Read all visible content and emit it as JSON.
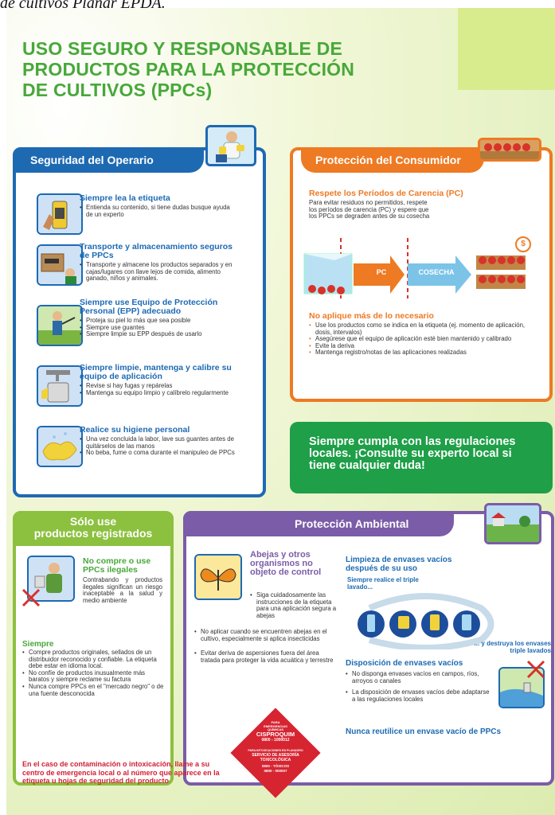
{
  "caption": "de cultivos Planar EPDA.",
  "title_lines": [
    "USO SEGURO Y RESPONSABLE DE",
    "PRODUCTOS  PARA LA PROTECCIÓN",
    "DE CULTIVOS (PPCs)"
  ],
  "operator": {
    "header": "Seguridad del Operario",
    "items": [
      {
        "title": "Siempre lea la etiqueta",
        "bullets": [
          "Entienda su contenido, si tiene dudas busque ayuda de un experto"
        ]
      },
      {
        "title": "Transporte y almacenamiento seguros de PPCs",
        "bullets": [
          "Transporte y almacene los productos separados y en cajas/lugares con llave lejos de comida, alimento ganado, niños y animales."
        ]
      },
      {
        "title": "Siempre use Equipo de Protección Personal (EPP) adecuado",
        "bullets": [
          "Proteja su piel lo más que sea posible",
          "Siempre use guantes",
          "Siempre limpie su EPP después de usarlo"
        ]
      },
      {
        "title": "Siempre limpie, mantenga y calibre su equipo de aplicación",
        "bullets": [
          "Revise si hay fugas y repárelas",
          "Mantenga su equipo limpio y calíbrelo regularmente"
        ]
      },
      {
        "title": "Realice su higiene personal",
        "bullets": [
          "Una vez concluida la labor, lave sus guantes antes de quitárselos de las manos",
          "No beba, fume o coma durante el manipuleo de PPCs"
        ]
      }
    ]
  },
  "consumer": {
    "header": "Protección del Consumidor",
    "pc_title": "Respete los Períodos de Carencia (PC)",
    "pc_text": "Para evitar residuos no permitidos, respete los períodos de carencia (PC) y espere que los PPCs se degraden antes de su cosecha",
    "arrow_pc": "PC",
    "arrow_cosecha": "COSECHA",
    "dollar": "$",
    "excess_title": "No aplique más de  lo necesario",
    "excess_bullets": [
      "Use los productos como se indica en la etiqueta (ej. momento de aplicación, dosis, intervalos)",
      "Asegúrese que el equipo de aplicación esté bien mantenido y calibrado",
      "Evite la deriva",
      "Mantenga registro/notas de las aplicaciones realizadas"
    ]
  },
  "green_box": "Siempre cumpla con las regulaciones locales. ¡Consulte su experto local si tiene cualquier duda!",
  "registered": {
    "header_line1": "Sólo use",
    "header_line2": "productos registrados",
    "illegal_title": "No compre o use PPCs ilegales",
    "illegal_text": "Contrabando y productos ilegales significan un riesgo inaceptable a la salud y medio ambiente",
    "siempre_title": "Siempre",
    "siempre_bullets": [
      "Compre productos originales, sellados de un distribuidor reconocido y confiable. La etiqueta debe estar en idioma local.",
      "No confíe de productos inusualmente más baratos y siempre reclame su factura",
      "Nunca compre PPCs en el \"mercado negro\" o de una fuente desconocida"
    ]
  },
  "environment": {
    "header": "Protección Ambiental",
    "bees_title": "Abejas y otros organismos no objeto de control",
    "bees_bullets": [
      "Siga cuidadosamente las instrucciones de la etiqueta para una aplicación segura a abejas",
      "No aplicar cuando se encuentren abejas en el cultivo, especialmente si aplica insecticidas",
      "Evitar deriva de aspersiones fuera del área tratada para proteger la vida acuática y terrestre"
    ],
    "clean_title": "Limpieza de envases vacíos después de su uso",
    "triple_label": "Siempre realice el triple lavado...",
    "destroy_label": "... y destruya los envases triple lavados",
    "disposal_title": "Disposición de envases vacíos",
    "disposal_bullets": [
      "No disponga envases vacíos en campos, ríos, arroyos o canales",
      "La disposición de envases vacíos debe adaptarse a las regulaciones locales"
    ],
    "never_reuse": "Nunca reutilice un envase vacío de PPCs"
  },
  "emergency_text": "En el caso de contaminación o intoxicación, llame a su centro de emergencia local o al número que aparece en la etiqueta u hojas de seguridad del producto",
  "diamond": {
    "line1": "PARA EMERGENCIAS QUÍMICAS",
    "line2": "CISPROQUIM",
    "line3": "0800 - 1000012",
    "line4": "PARA INTOXICACIONES EN PLANAGRO",
    "line5": "SERVICIO DE ASESORÍA TOXICOLÓGICA",
    "line6": "0800 - TÓXICOS",
    "line7": "0800 - 000007"
  },
  "colors": {
    "green": "#48a83a",
    "blue": "#1d6ab3",
    "orange": "#ee7a23",
    "purple": "#7b5ca8",
    "red": "#d31e34"
  }
}
